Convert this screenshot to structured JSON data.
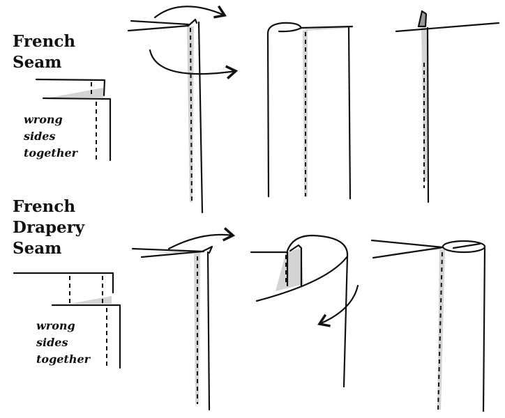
{
  "french_seam": {
    "title_line1": "French",
    "title_line2": "Seam",
    "label_line1": "wrong",
    "label_line2": "sides",
    "label_line3": "together"
  },
  "french_drapery_seam": {
    "title_line1": "French",
    "title_line2": "Drapery",
    "title_line3": "Seam",
    "label_line1": "wrong",
    "label_line2": "sides",
    "label_line3": "together"
  }
}
